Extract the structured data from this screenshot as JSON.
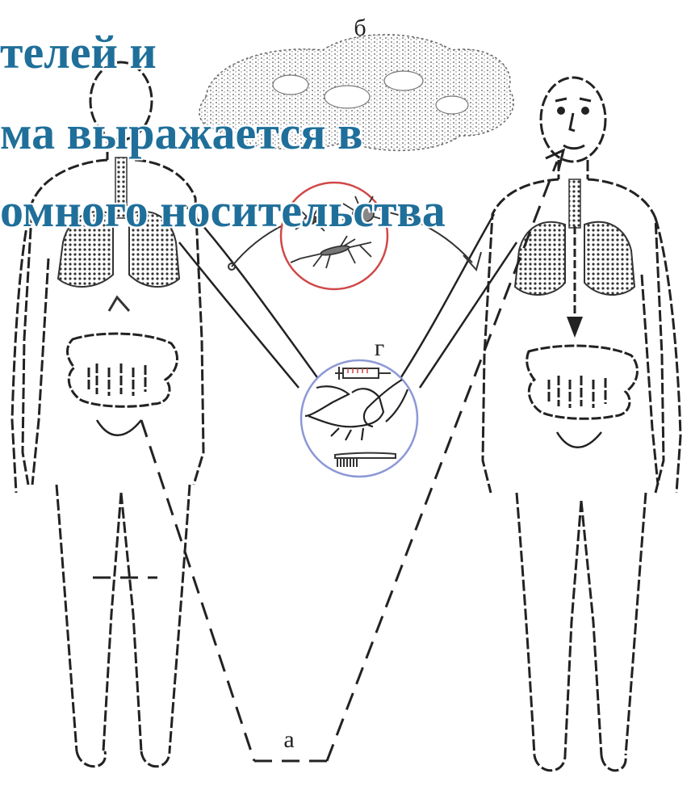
{
  "overlay": {
    "line1": "телей и",
    "line2": "ма выражается в",
    "line3": "омного носительства"
  },
  "labels": {
    "a": "а",
    "b": "б",
    "g": "г"
  },
  "colors": {
    "overlay_text": "#1f6f9a",
    "insect_circle": "#d04848",
    "contact_circle": "#8c98d6",
    "ink": "#222222"
  },
  "icons": {
    "insects": "mosquito-tick-icon",
    "syringe": "syringe-icon",
    "comb": "comb-icon"
  }
}
